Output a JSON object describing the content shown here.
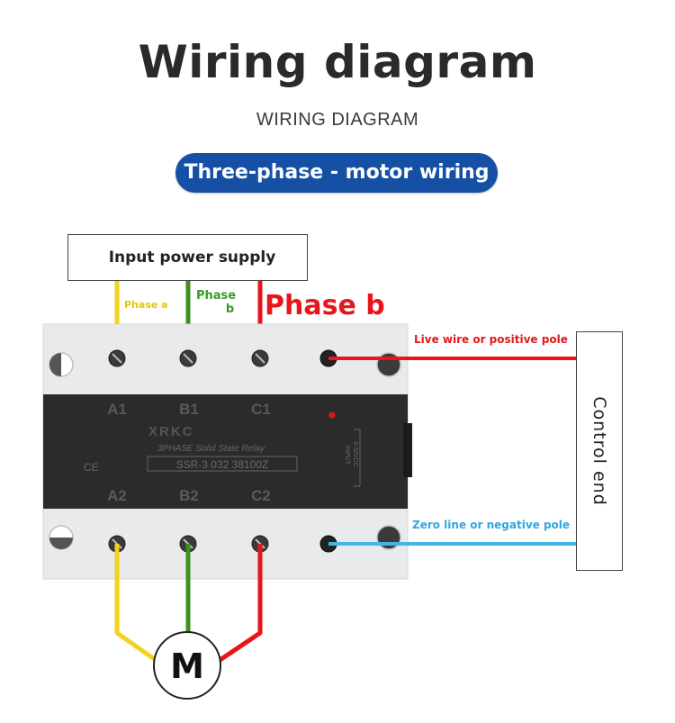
{
  "header": {
    "title": "Wiring diagram",
    "subtitle": "WIRING DIAGRAM",
    "section_pill": "Three-phase - motor wiring"
  },
  "boxes": {
    "input_power": "Input power supply",
    "control_end": "Control end"
  },
  "wire_labels": {
    "phase_a": "Phase a",
    "phase_b_green_line1": "Phase",
    "phase_b_green_line2": "b",
    "phase_b_red": "Phase b",
    "live_wire": "Live wire or positive pole",
    "zero_line": "Zero line or negative pole"
  },
  "relay": {
    "top_terminals": [
      "A1",
      "B1",
      "C1"
    ],
    "bottom_terminals": [
      "A2",
      "B2",
      "C2"
    ],
    "brand": "XRKC",
    "description": "3PHASE Solid State Relay",
    "model": "SSR-3 032 38100Z",
    "ce_mark": "CE",
    "input_label": "INPUT",
    "input_spec": "3-32VDC"
  },
  "motor": {
    "label": "M"
  },
  "colors": {
    "pill_blue": "#1550a5",
    "wire_yellow": "#f2d21b",
    "wire_green": "#3f8f1f",
    "wire_red": "#e8161b",
    "wire_blue": "#3fb6ea",
    "relay_body": "#2b2b2b",
    "relay_frame": "#e9eaec"
  }
}
